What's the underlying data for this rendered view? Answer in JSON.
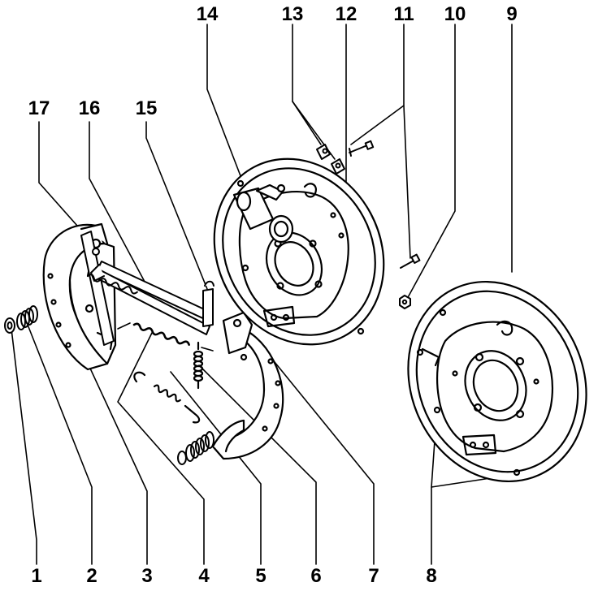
{
  "figure": {
    "parts": {
      "p1": "1",
      "p2": "2",
      "p3": "3",
      "p4": "4",
      "p5": "5",
      "p6": "6",
      "p7": "7",
      "p8": "8",
      "p9": "9",
      "p10": "10",
      "p11": "11",
      "p12": "12",
      "p13": "13",
      "p14": "14",
      "p15": "15",
      "p16": "16",
      "p17": "17"
    },
    "colors": {
      "ink": "#000000",
      "paper": "#ffffff"
    }
  }
}
